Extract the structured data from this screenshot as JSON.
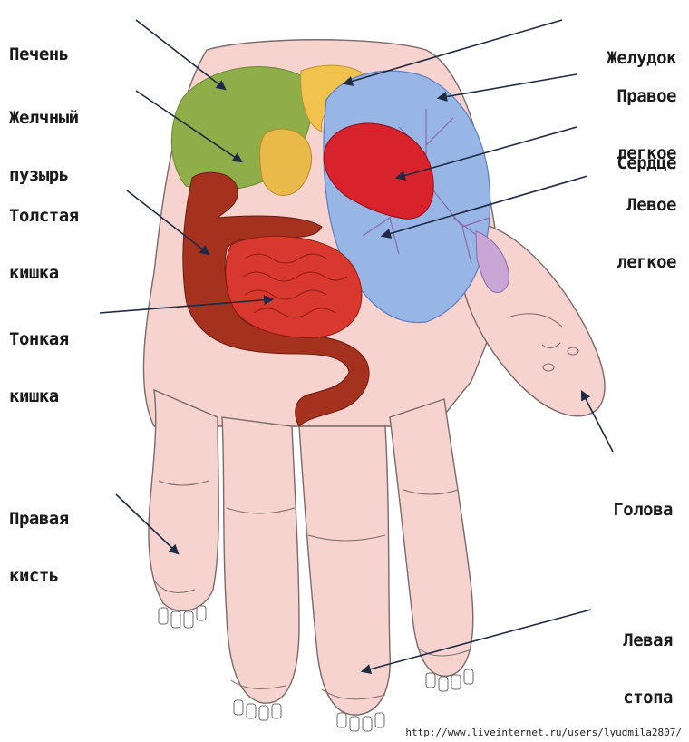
{
  "labels": {
    "liver": "Печень",
    "gallbladder_1": "Желчный",
    "gallbladder_2": "пузырь",
    "colon_1": "Толстая",
    "colon_2": "кишка",
    "small_intestine_1": "Тонкая",
    "small_intestine_2": "кишка",
    "right_hand_1": "Правая",
    "right_hand_2": "кисть",
    "stomach": "Желудок",
    "right_lung_1": "Правое",
    "right_lung_2": "легкое",
    "heart": "Сердце",
    "left_lung_1": "Левое",
    "left_lung_2": "легкое",
    "head": "Голова",
    "left_foot_1": "Левая",
    "left_foot_2": "стопа"
  },
  "watermark": "http://www.liveinternet.ru/users/lyudmila2807/",
  "colors": {
    "skin": "#f6d3cf",
    "skin_outline": "#7a6a6a",
    "liver": "#8fae4a",
    "gallbladder": "#e9b94a",
    "stomach": "#f2c24e",
    "lung": "#97b6e6",
    "heart": "#d8232c",
    "colon": "#a5321f",
    "small_intestine": "#d8382e",
    "pointer": "#1f2a44"
  }
}
